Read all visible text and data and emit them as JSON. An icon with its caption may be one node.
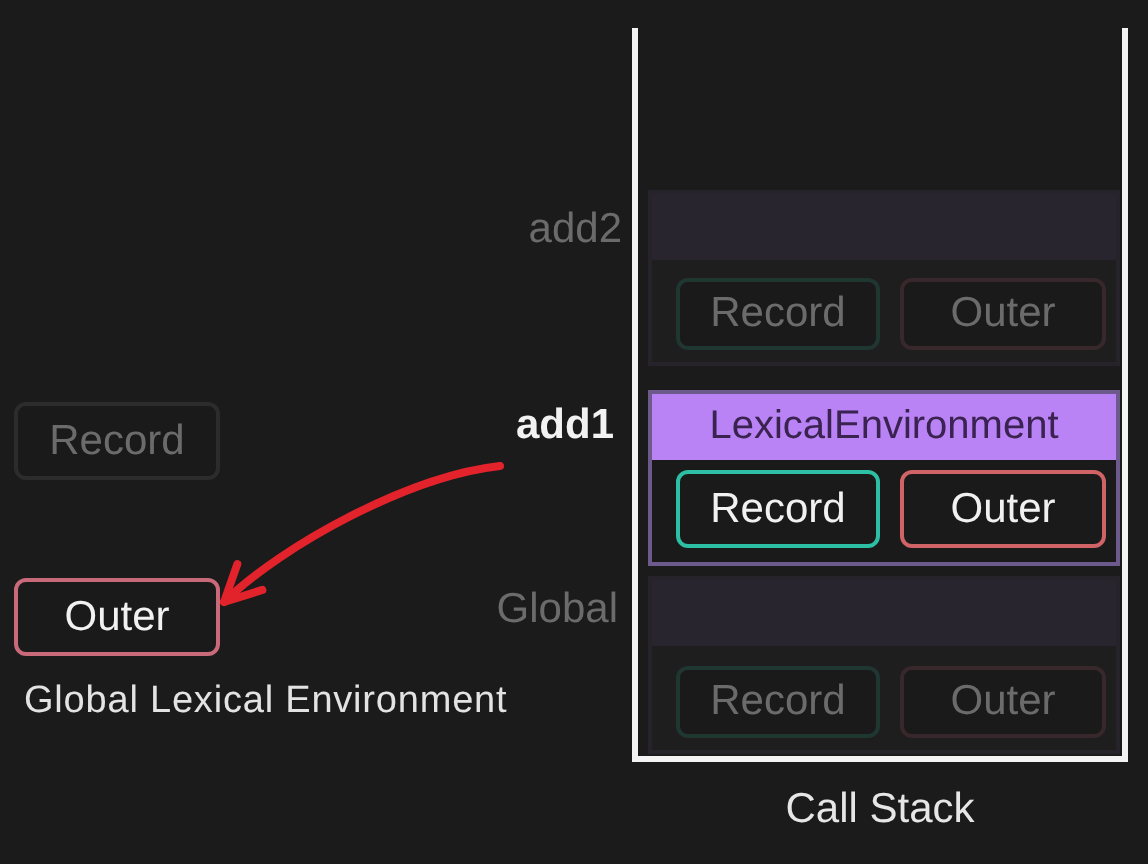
{
  "diagram": {
    "nodes": [
      {
        "text": [
          "Call Stack"
        ]
      },
      {
        "text": [],
        "shape": "box",
        "in": 0,
        "beside": [
          "add2"
        ]
      },
      {
        "text": [
          "Record"
        ],
        "in": 1
      },
      {
        "text": [
          "Outer"
        ],
        "in": 1
      },
      {
        "text": [
          "LexicalEnvironment"
        ],
        "in": 0,
        "beside": [
          "add1"
        ]
      },
      {
        "text": [
          "Record"
        ],
        "in": 4
      },
      {
        "text": [
          "Outer"
        ],
        "in": 4
      },
      {
        "text": [],
        "shape": "box",
        "in": 0,
        "beside": [
          "Global"
        ]
      },
      {
        "text": [
          "Record"
        ],
        "in": 7
      },
      {
        "text": [
          "Outer"
        ],
        "in": 7
      },
      {
        "text": [
          "Record"
        ]
      },
      {
        "text": [
          "Outer"
        ],
        "beside": [
          "Global Lexical Environment"
        ]
      }
    ],
    "edges": [
      {
        "from": null,
        "to": 11,
        "arrow": "to"
      }
    ]
  }
}
